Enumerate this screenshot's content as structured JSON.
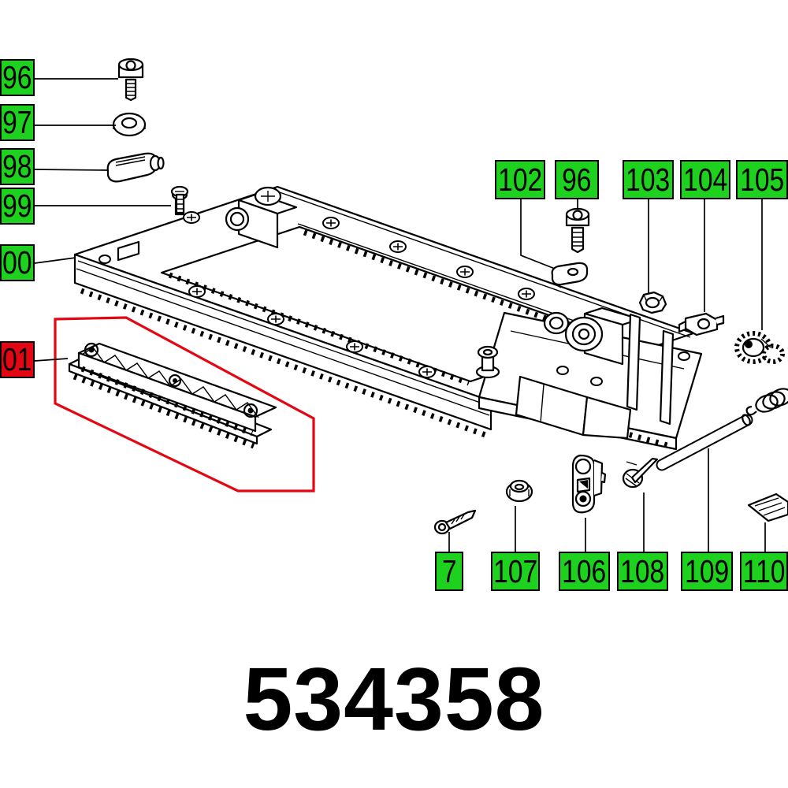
{
  "diagram": {
    "product_code": "534358",
    "highlighted_callout": "01",
    "colors": {
      "callout_green": "#1fd11f",
      "callout_red": "#e30613",
      "highlight_outline_red": "#e30613",
      "line_art": "#000000",
      "background": "#ffffff"
    },
    "callouts": {
      "left": [
        "96",
        "97",
        "98",
        "99",
        "00",
        "01"
      ],
      "top": [
        "102",
        "96",
        "103",
        "104",
        "105"
      ],
      "bottom": [
        "7",
        "107",
        "106",
        "108",
        "109",
        "110"
      ]
    }
  }
}
